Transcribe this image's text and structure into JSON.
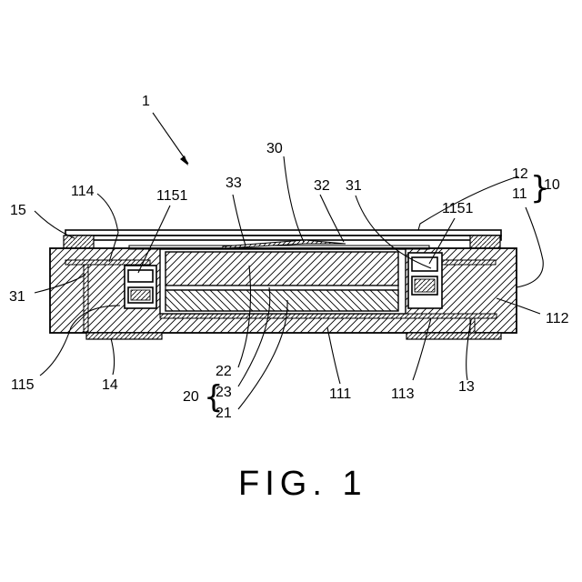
{
  "figure": {
    "caption": "FIG. 1",
    "colors": {
      "ink": "#000000",
      "background": "#ffffff"
    }
  },
  "labels": {
    "assembly": "1",
    "group_10": "10",
    "ref_11": "11",
    "ref_111": "111",
    "ref_112": "112",
    "ref_113": "113",
    "ref_114": "114",
    "ref_115": "115",
    "ref_1151_left": "1151",
    "ref_1151_right": "1151",
    "ref_12": "12",
    "ref_13": "13",
    "ref_14": "14",
    "ref_15": "15",
    "group_20": "20",
    "ref_21": "21",
    "ref_22": "22",
    "ref_23": "23",
    "ref_30": "30",
    "ref_31_left": "31",
    "ref_31_right": "31",
    "ref_32": "32",
    "ref_33": "33"
  }
}
